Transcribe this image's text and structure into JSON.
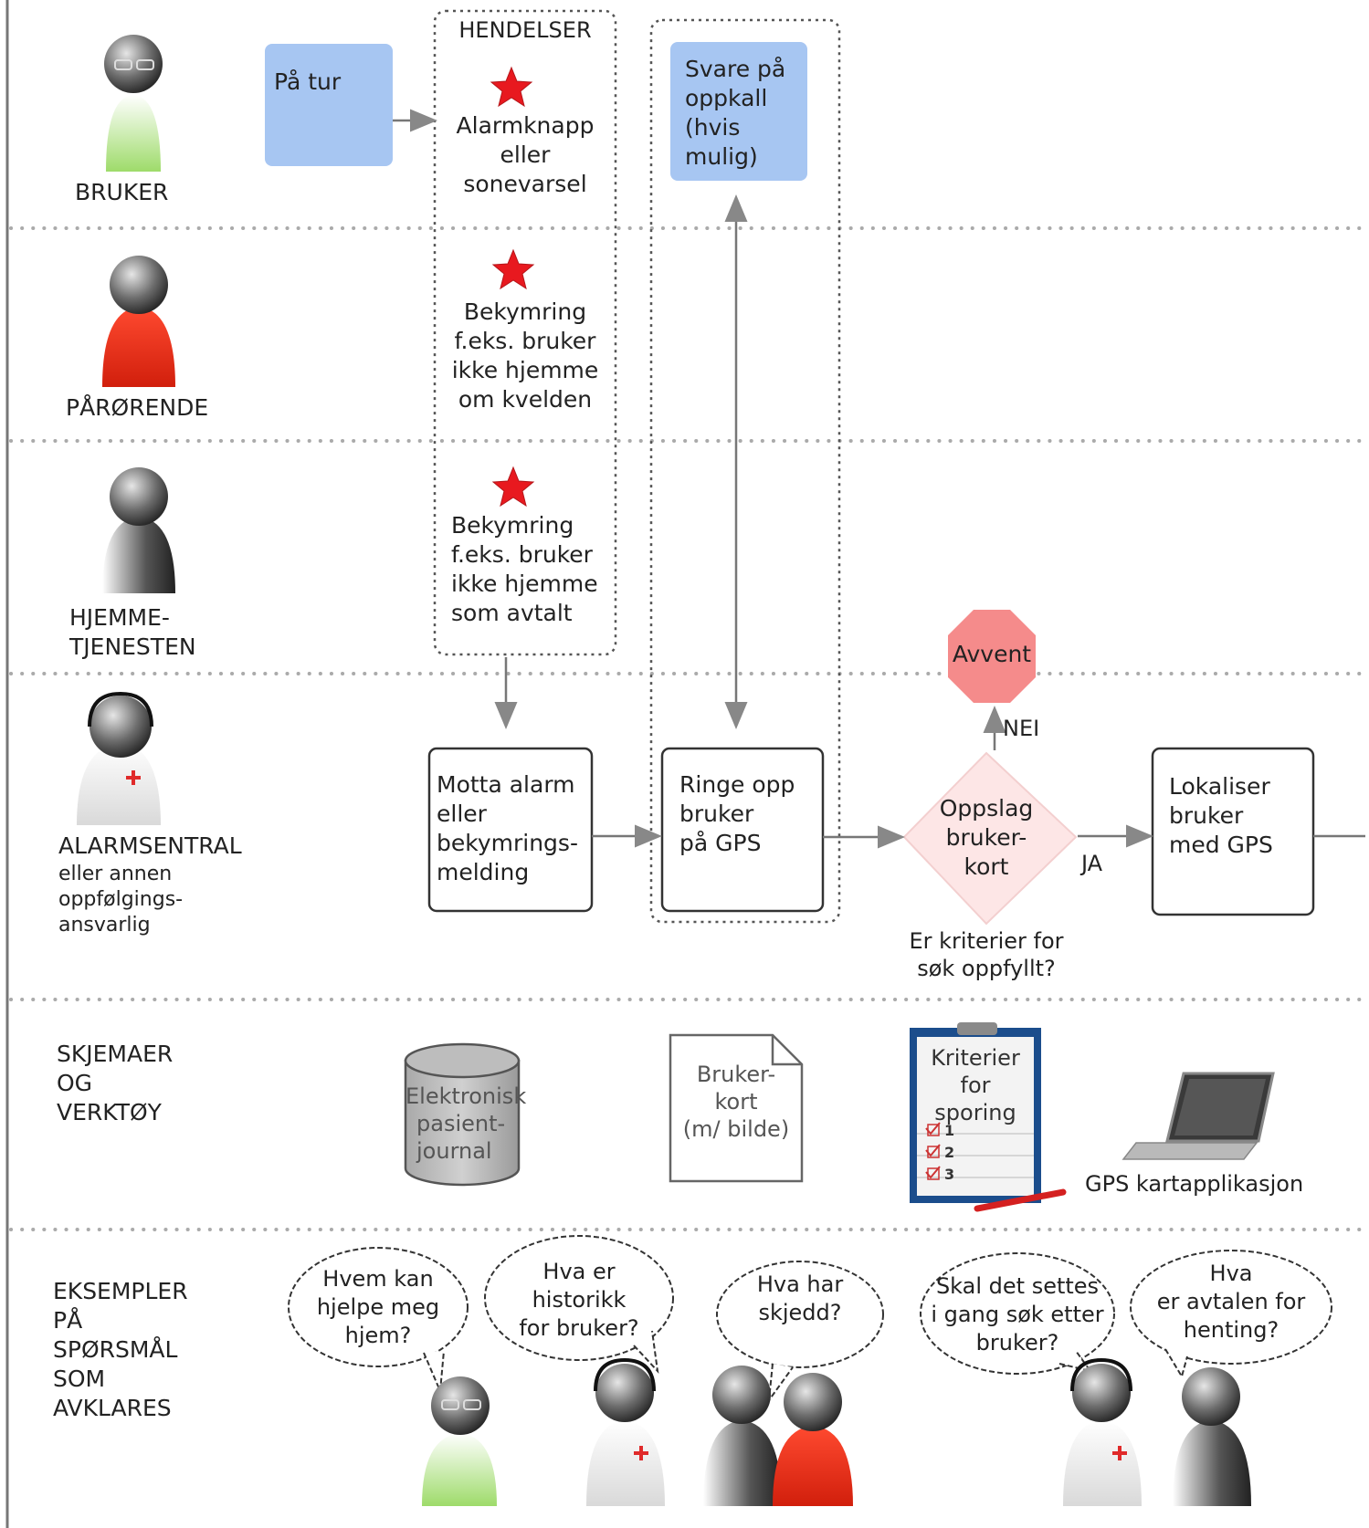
{
  "lanes": {
    "bruker": "BRUKER",
    "parorende": "PÅRØRENDE",
    "hjemme_1": "HJEMME-",
    "hjemme_2": "TJENESTEN",
    "alarm_title": "ALARMSENTRAL",
    "alarm_l1": "eller annen",
    "alarm_l2": "oppfølgings-",
    "alarm_l3": "ansvarlig",
    "skjema_l1": "SKJEMAER",
    "skjema_l2": "OG",
    "skjema_l3": "VERKTØY",
    "eks_l1": "EKSEMPLER",
    "eks_l2": "PÅ",
    "eks_l3": "SPØRSMÅL",
    "eks_l4": "SOM",
    "eks_l5": "AVKLARES"
  },
  "hendelser": {
    "title": "HENDELSER",
    "e1_l1": "Alarmknapp",
    "e1_l2": "eller",
    "e1_l3": "sonevarsel",
    "e2_l1": "Bekymring",
    "e2_l2": "f.eks. bruker",
    "e2_l3": "ikke hjemme",
    "e2_l4": "om kvelden",
    "e3_l1": "Bekymring",
    "e3_l2": "f.eks. bruker",
    "e3_l3": "ikke hjemme",
    "e3_l4": "som avtalt"
  },
  "boxes": {
    "pa_tur": "På tur",
    "svare_l1": "Svare på",
    "svare_l2": "oppkall",
    "svare_l3": "(hvis",
    "svare_l4": "mulig)",
    "motta_l1": "Motta alarm",
    "motta_l2": "eller",
    "motta_l3": "bekymrings-",
    "motta_l4": "melding",
    "ringe_l1": "Ringe opp",
    "ringe_l2": "bruker",
    "ringe_l3": "på GPS",
    "oppslag_l1": "Oppslag",
    "oppslag_l2": "bruker-",
    "oppslag_l3": "kort",
    "kriterier_q1": "Er kriterier for",
    "kriterier_q2": "søk oppfyllt?",
    "avvent": "Avvent",
    "nei": "NEI",
    "ja": "JA",
    "lok_l1": "Lokaliser",
    "lok_l2": "bruker",
    "lok_l3": "med GPS"
  },
  "tools": {
    "epj_l1": "Elektronisk",
    "epj_l2": "pasient-",
    "epj_l3": "journal",
    "kort_l1": "Bruker-",
    "kort_l2": "kort",
    "kort_l3": "(m/ bilde)",
    "krit_l1": "Kriterier",
    "krit_l2": "for",
    "krit_l3": "sporing",
    "item1": "1",
    "item2": "2",
    "item3": "3",
    "gps": "GPS kartapplikasjon"
  },
  "bubbles": {
    "b1_l1": "Hvem kan",
    "b1_l2": "hjelpe meg",
    "b1_l3": "hjem?",
    "b2_l1": "Hva er",
    "b2_l2": "historikk",
    "b2_l3": "for bruker?",
    "b3_l1": "Hva har",
    "b3_l2": "skjedd?",
    "b4_l1": "Skal det settes",
    "b4_l2": "i gang søk etter",
    "b4_l3": "bruker?",
    "b5_l1": "Hva",
    "b5_l2": "er avtalen for",
    "b5_l3": "henting?"
  },
  "colors": {
    "blue_box": "#a7c6f2",
    "stop_sign": "#f58b8b",
    "diamond": "#fde6e6",
    "star": "#e8191f",
    "bruker_body": "#a9e07c",
    "parorende_body": "#e62a18",
    "frame_blue": "#1b4d8c"
  }
}
